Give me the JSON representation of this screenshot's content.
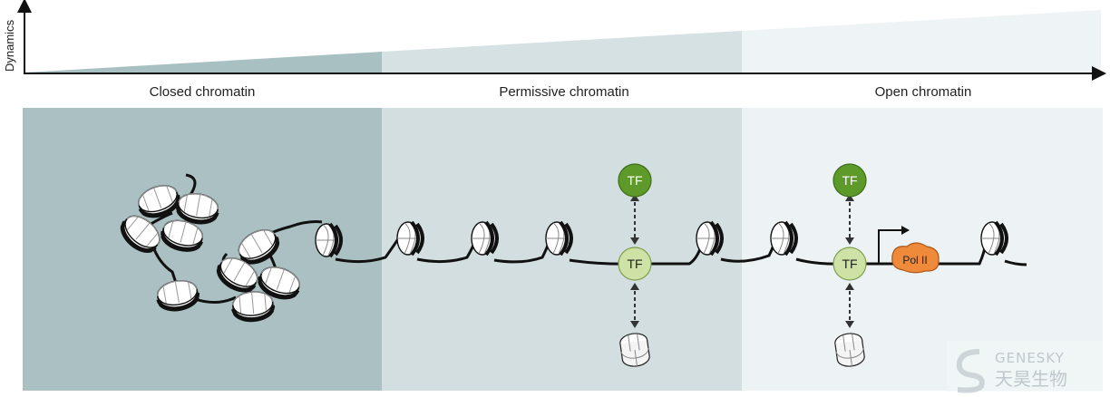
{
  "axis": {
    "y_label": "Dynamics"
  },
  "regions": [
    {
      "id": "closed",
      "label": "Closed chromatin",
      "bg": "#aac0c2",
      "ramp": "#a9c0c2"
    },
    {
      "id": "permissive",
      "label": "Permissive chromatin",
      "bg": "#d3dee0",
      "ramp": "#d6e1e3"
    },
    {
      "id": "open",
      "label": "Open chromatin",
      "bg": "#edf3f4",
      "ramp": "#eef4f5"
    }
  ],
  "tf": {
    "label": "TF",
    "dark": "#5d9a2a",
    "light": "#cfe2a6"
  },
  "polii": {
    "label": "Pol II",
    "color": "#ef8a3a"
  },
  "watermark": {
    "brand": "GENESKY",
    "cn": "天昊生物"
  },
  "colors": {
    "dna": "#111111",
    "nucleosome_fill": "#ffffff",
    "nucleosome_shade": "#999999"
  }
}
